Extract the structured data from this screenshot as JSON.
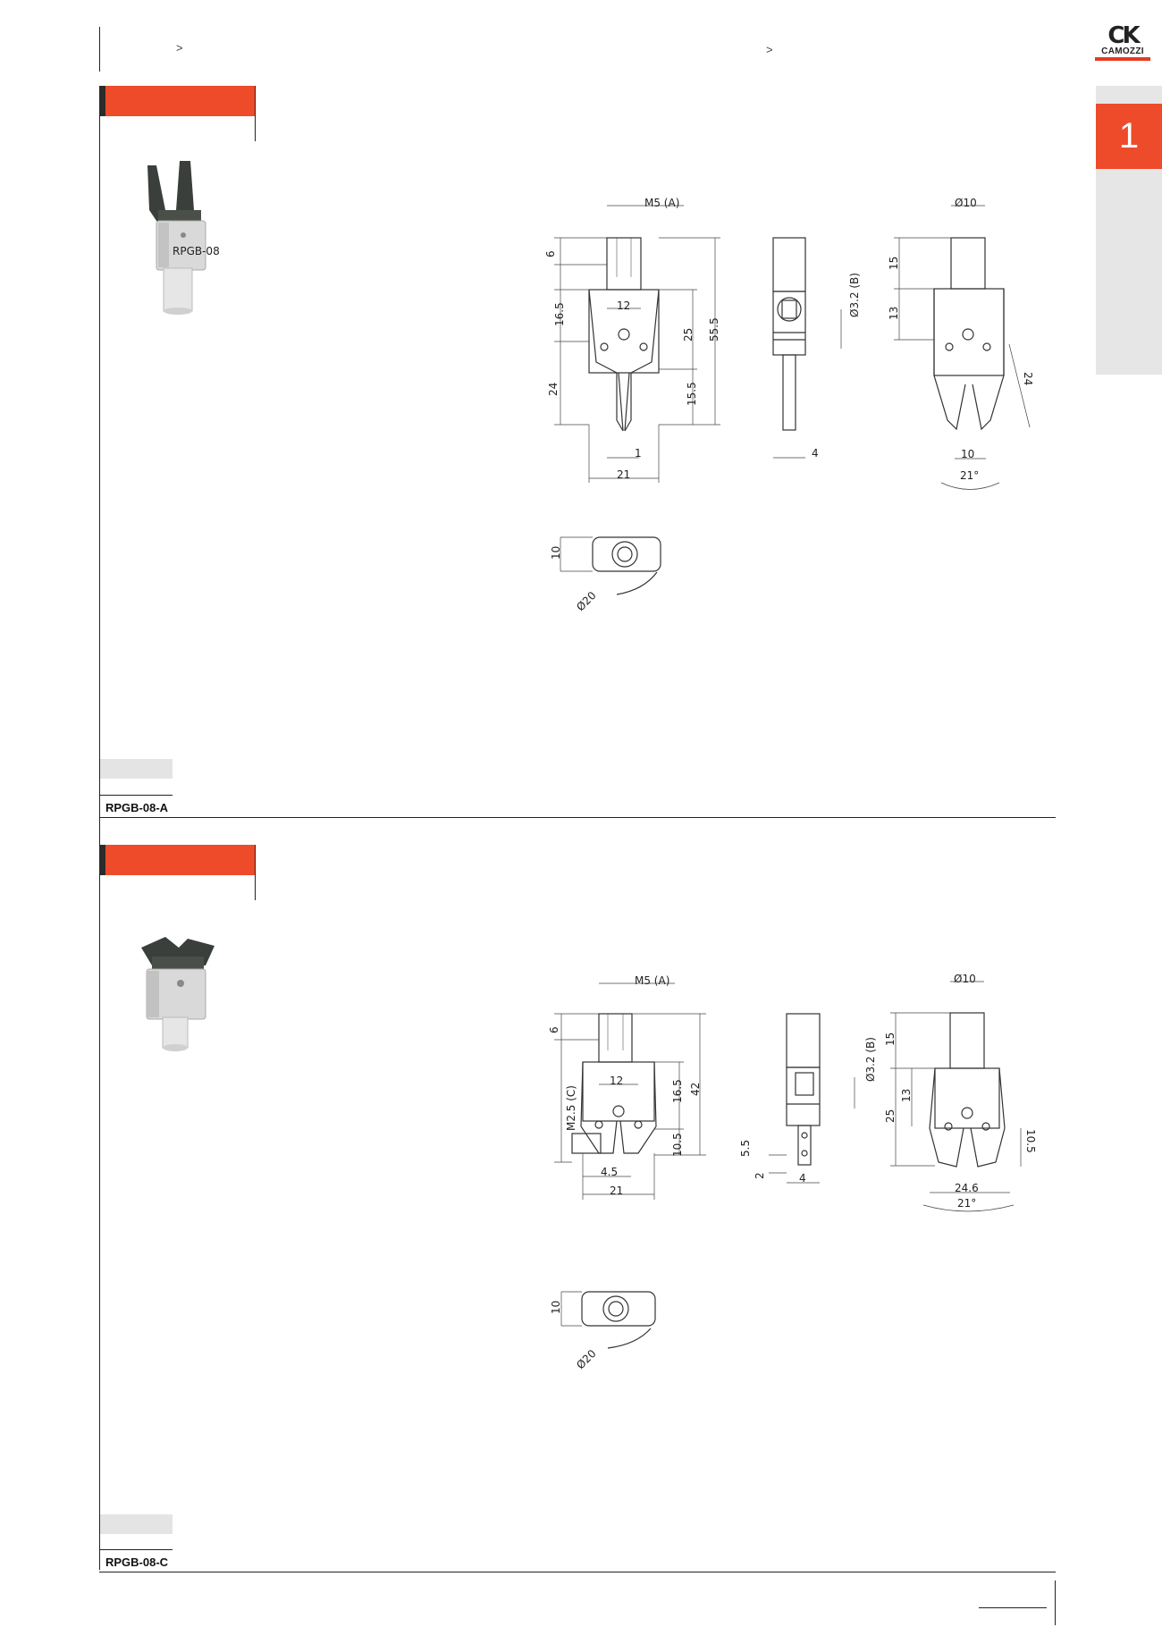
{
  "header": {
    "nav_chevron_left": ">",
    "nav_chevron_right": ">"
  },
  "brand": {
    "logo_text": "CAMOZZI",
    "logo_mark": "CK",
    "accent_color": "#ee4b2b"
  },
  "side_tab": {
    "section_number": "1"
  },
  "sections": [
    {
      "model": "RPGB-08-A",
      "drawing_labels": {
        "thread": "M5 (A)",
        "dim_6": "6",
        "dim_16_5": "16.5",
        "dim_24": "24",
        "dim_12": "12",
        "dim_25": "25",
        "dim_55_5": "55.5",
        "dim_15_5": "15.5",
        "dim_1": "1",
        "dim_21": "21",
        "hole": "Ø3.2 (B)",
        "dim_4": "4",
        "dia_10": "Ø10",
        "dim_15": "15",
        "dim_13": "13",
        "dim_24_side": "24",
        "dim_10": "10",
        "angle": "21°",
        "top_10": "10",
        "top_dia_20": "Ø20"
      }
    },
    {
      "model": "RPGB-08-C",
      "drawing_labels": {
        "thread": "M5 (A)",
        "dim_6": "6",
        "thread_c": "M2.5 (C)",
        "dim_12": "12",
        "dim_16_5": "16.5",
        "dim_42": "42",
        "dim_10_5": "10.5",
        "dim_4_5": "4.5",
        "dim_21": "21",
        "hole": "Ø3.2 (B)",
        "dim_5_5": "5.5",
        "dim_2": "2",
        "dim_4": "4",
        "dia_10": "Ø10",
        "dim_15": "15",
        "dim_13": "13",
        "dim_25": "25",
        "dim_10_5_side": "10.5",
        "dim_24_6": "24.6",
        "angle": "21°",
        "top_10": "10",
        "top_dia_20": "Ø20"
      }
    }
  ]
}
